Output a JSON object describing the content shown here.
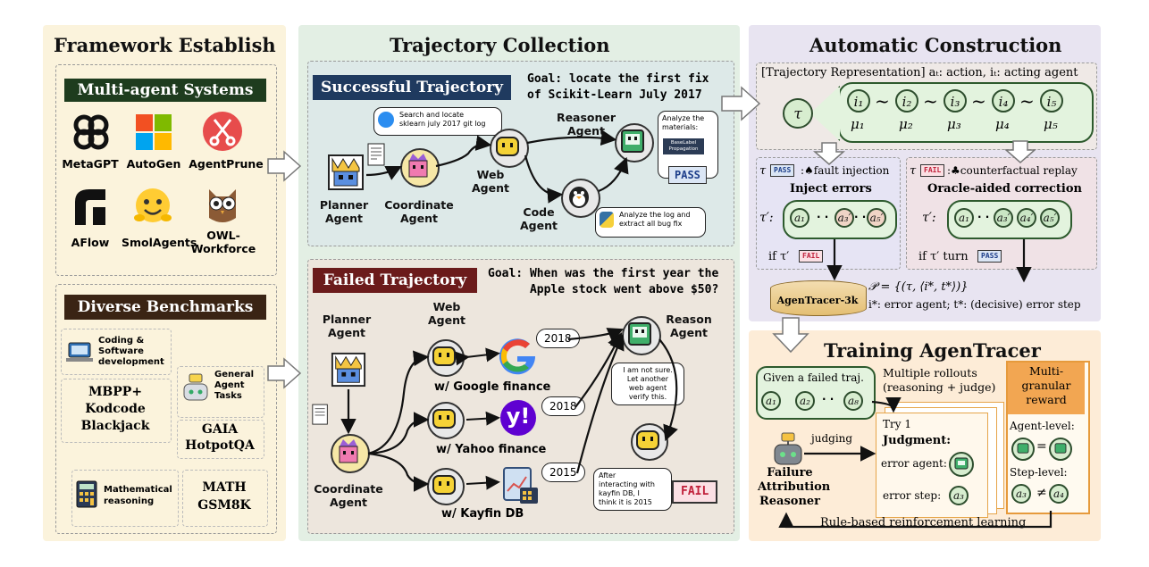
{
  "framework": {
    "title": "Framework Establish",
    "mas_header": "Multi-agent Systems",
    "systems": [
      "MetaGPT",
      "AutoGen",
      "AgentPrune",
      "AFlow",
      "SmolAgents",
      "OWL-\nWorkforce"
    ],
    "bench_header": "Diverse Benchmarks",
    "bench": {
      "coding_cat": "Coding &\nSoftware\ndevelopment",
      "coding_items": "MBPP+\nKodcode\nBlackjack",
      "general_cat": "General\nAgent\nTasks",
      "general_items": "GAIA\nHotpotQA",
      "math_cat": "Mathematical\nreasoning",
      "math_items": "MATH\nGSM8K"
    }
  },
  "collection": {
    "title": "Trajectory Collection",
    "success": {
      "header": "Successful Trajectory",
      "goal": "Goal: locate the first fix\nof Scikit-Learn July 2017",
      "search_bubble": "Search and locate\nsklearn july 2017 git log",
      "analyze_bubble": "Analyze the\nmaterials:",
      "baselabel": "BaseLabel\nPropagation",
      "pass": "PASS",
      "log_bubble": "Analyze the log and\nextract all bug fix",
      "agents": {
        "planner": "Planner\nAgent",
        "coordinate": "Coordinate\nAgent",
        "web": "Web\nAgent",
        "reasoner": "Reasoner\nAgent",
        "code": "Code\nAgent"
      }
    },
    "failed": {
      "header": "Failed Trajectory",
      "goal": "Goal: When was the first year the\nApple stock went above $50?",
      "agents": {
        "planner": "Planner\nAgent",
        "web": "Web\nAgent",
        "reason": "Reason\nAgent",
        "coordinate": "Coordinate\nAgent"
      },
      "google_label": "w/ Google finance",
      "yahoo_label": "w/ Yahoo finance",
      "kayfin_label": "w/ Kayfin DB",
      "year_google": "2018",
      "year_yahoo": "2018",
      "year_kayfin": "2015",
      "unsure_bubble": "I am not sure.\nLet another\nweb agent\nverify this.",
      "kayfin_bubble": "After\ninteracting with\nkayfin DB, I\nthink it is 2015",
      "fail": "FAIL"
    }
  },
  "construction": {
    "title": "Automatic Construction",
    "representation": "[Trajectory Representation] aₜ: action, iₜ: acting agent",
    "tau": "τ",
    "nodes": [
      "i₁",
      "i₂",
      "i₃",
      "i₄",
      "i₅"
    ],
    "mus": [
      "μ₁",
      "μ₂",
      "μ₃",
      "μ₄",
      "μ₅"
    ],
    "tilde": "~",
    "pass_badge": "PASS",
    "fail_badge": "FAIL",
    "left_head": ":♠fault injection",
    "left_sub": "Inject errors",
    "right_head": ":♣counterfactual replay",
    "right_sub": "Oracle-aided correction",
    "tau_prime": "τ′:",
    "left_nodes": [
      "a₁",
      "a₃′",
      "a₅′"
    ],
    "right_nodes": [
      "a₁",
      "a₃′",
      "a₄′",
      "a₅′"
    ],
    "dots": "· ·",
    "if_left": "if τ′",
    "if_right": "if τ′ turn",
    "dataset": "AgenTracer-3k",
    "formula": "𝒫 = {(τ, ⟨i*, t*⟩)}",
    "formula_note": "i*: error agent; t*: (decisive) error step"
  },
  "training": {
    "title": "Training AgenTracer",
    "given": "Given a failed traj.",
    "given_nodes": [
      "a₁",
      "a₂",
      "a₈"
    ],
    "dots": "· ·",
    "rollouts": "Multiple rollouts\n(reasoning + judge)",
    "try": "Try 1",
    "judgment": "Judgment:",
    "error_agent": "error agent:",
    "error_step": "error step:",
    "error_step_node": "a₃",
    "judging": "judging",
    "reasoner": "Failure\nAttribution\nReasoner",
    "reward_header": "Multi-\ngranular\nreward",
    "agent_level": "Agent-level:",
    "step_level": "Step-level:",
    "step_nodes": [
      "a₃",
      "a₄"
    ],
    "eq": "=",
    "neq": "≠",
    "rl": "Rule-based reinforcement learning"
  },
  "colors": {
    "framework_bg": "#fbf3dc",
    "collection_bg": "#e3efe4",
    "construction_bg": "#e8e4f1",
    "training_bg": "#fdecd7",
    "navy": "#1f3a5f",
    "maroon": "#6b1b1b",
    "darkgreen": "#1e3c1e"
  }
}
